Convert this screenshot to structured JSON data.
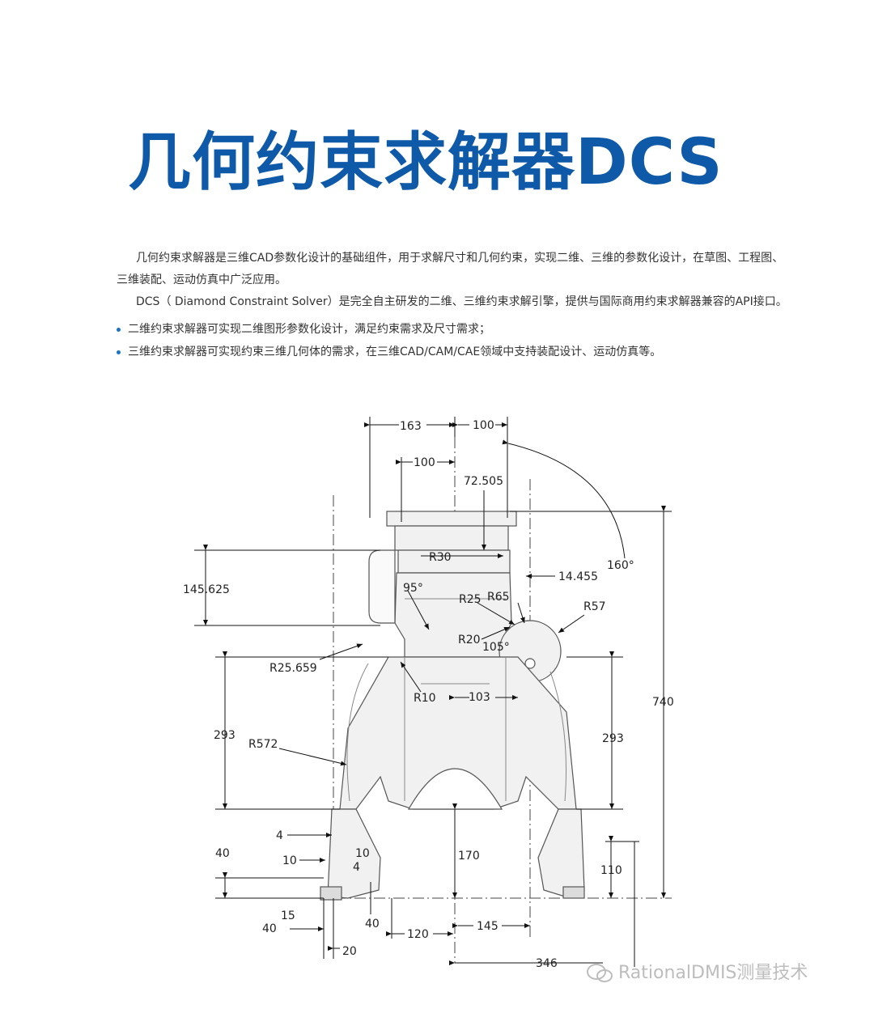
{
  "title": "几何约束求解器DCS",
  "paragraphs": {
    "p1_line1": "几何约束求解器是三维CAD参数化设计的基础组件，用于求解尺寸和几何约束，实现二维、三维的参数化设计，在草图、工程图、",
    "p1_line2": "三维装配、运动仿真中广泛应用。",
    "p2": "DCS（ Diamond Constraint Solver）是完全自主研发的二维、三维约束求解引擎，提供与国际商用约束求解器兼容的API接口。"
  },
  "bullets": [
    "二维约束求解器可实现二维图形参数化设计，满足约束需求及尺寸需求；",
    "三维约束求解器可实现约束三维几何体的需求，在三维CAD/CAM/CAE领域中支持装配设计、运动仿真等。"
  ],
  "drawing": {
    "dims": {
      "d163": "163",
      "d100a": "100",
      "d100b": "100",
      "d72505": "72.505",
      "dR30": "R30",
      "d160": "160°",
      "d14455": "14.455",
      "d145625": "145.625",
      "d95": "95°",
      "dR25": "R25",
      "dR65": "R65",
      "dR57": "R57",
      "dR20": "R20",
      "d105": "105°",
      "dR25659": "R25.659",
      "dR10": "R10",
      "d103": "103",
      "d740": "740",
      "d293a": "293",
      "d293b": "293",
      "dR572": "R572",
      "d4a": "4",
      "d40a": "40",
      "d10a": "10",
      "d10b": "10",
      "d4b": "4",
      "d170": "170",
      "d110": "110",
      "d15": "15",
      "d40b": "40",
      "d40c": "40",
      "d120": "120",
      "d145": "145",
      "d20": "20",
      "d346": "346"
    }
  },
  "watermark": "RationalDMIS测量技术"
}
